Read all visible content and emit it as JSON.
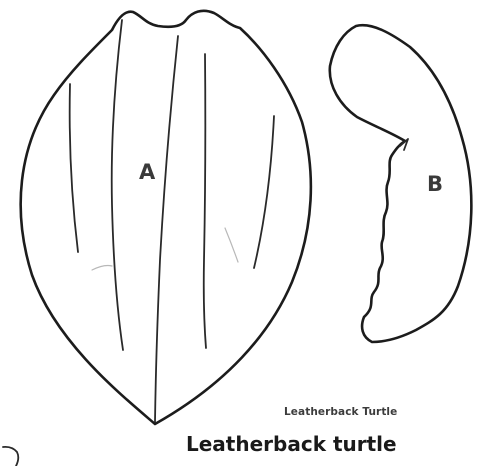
{
  "pattern": {
    "pieces": [
      {
        "label": "A"
      },
      {
        "label": "B"
      }
    ],
    "stamp_caption": "Leatherback Turtle"
  },
  "caption": "Leatherback turtle",
  "colors": {
    "ink": "#1c1c1c",
    "paper": "#ffffff"
  }
}
